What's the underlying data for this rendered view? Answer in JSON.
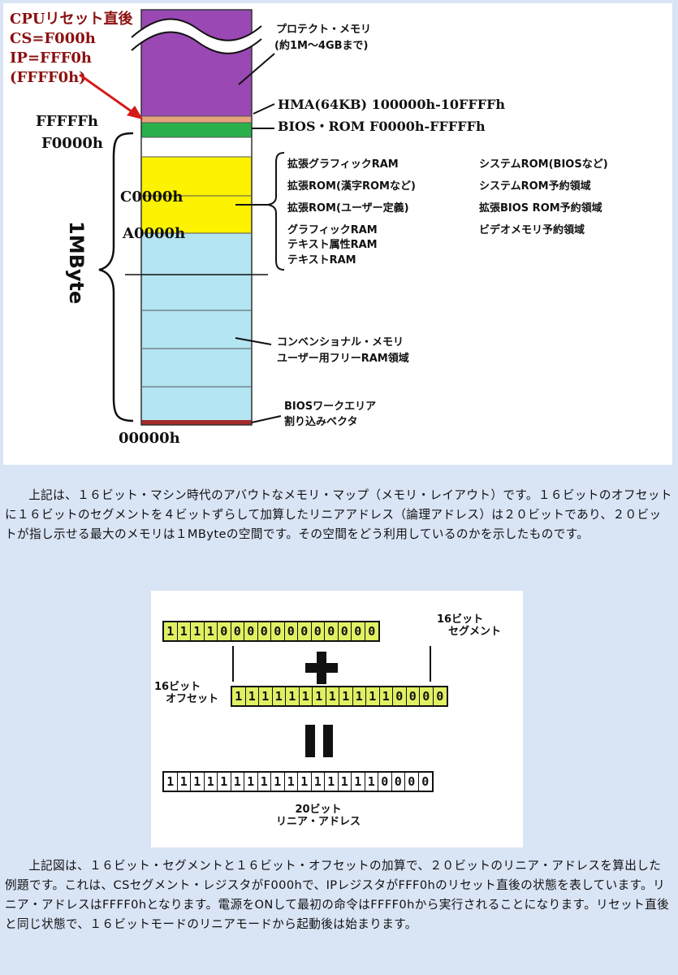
{
  "memory_map": {
    "cpu_reset_lines": [
      "CPUリセット直後",
      "CS=F000h",
      "IP=FFF0h",
      "(FFFF0h)"
    ],
    "address_labels": {
      "ffffff": "FFFFFh",
      "f0000": "F0000h",
      "c0000": "C0000h",
      "a0000": "A0000h",
      "zero": "00000h"
    },
    "size_label": "1MByte",
    "protect_memory": [
      "プロテクト・メモリ",
      "(約1M～4GBまで)"
    ],
    "hma": "HMA(64KB) 100000h-10FFFFh",
    "bios_rom": "BIOS・ROM  F0000h-FFFFFh",
    "upper_left_list": [
      "拡張グラフィックRAM",
      "拡張ROM(漢字ROMなど)",
      "拡張ROM(ユーザー定義)",
      "グラフィックRAM",
      "テキスト属性RAM",
      "テキストRAM"
    ],
    "upper_right_list": [
      "システムROM(BIOSなど)",
      "システムROM予約領域",
      "拡張BIOS  ROM予約領域",
      "ビデオメモリ予約領域"
    ],
    "conventional": [
      "コンベンショナル・メモリ",
      "ユーザー用フリーRAM領域"
    ],
    "bios_work": [
      "BIOSワークエリア",
      "割り込みベクタ"
    ],
    "colors": {
      "protect": "#9a48b4",
      "hma": "#e6a37c",
      "bios_rom": "#2ab04a",
      "upper": "#fdf200",
      "conventional": "#b3e5f2",
      "ivt": "#a52a2a",
      "arrow": "#d41a1a"
    }
  },
  "paragraph1": "上記は、１６ビット・マシン時代のアバウトなメモリ・マップ（メモリ・レイアウト）です。１６ビットのオフセットに１６ビットのセグメントを４ビットずらして加算したリニアアドレス（論理アドレス）は２０ビットであり、２０ビットが指し示せる最大のメモリは１MByteの空間です。その空間をどう利用しているのかを示したものです。",
  "address_calc": {
    "segment_bits": "1111000000000000",
    "offset_bits": "1111111111110000",
    "result_bits": "11111111111111110000",
    "segment_label": [
      "16ビット",
      "セグメント"
    ],
    "offset_label": [
      "16ビット",
      "オフセット"
    ],
    "result_label": [
      "20ビット",
      "リニア・アドレス"
    ]
  },
  "paragraph2": "上記図は、１６ビット・セグメントと１６ビット・オフセットの加算で、２０ビットのリニア・アドレスを算出した例題です。これは、CSセグメント・レジスタがF000hで、IPレジスタがFFF0hのリセット直後の状態を表しています。リニア・アドレスはFFFF0hとなります。電源をONして最初の命令はFFFF0hから実行されることになります。リセット直後と同じ状態で、１６ビットモードのリニアモードから起動後は始まります。"
}
